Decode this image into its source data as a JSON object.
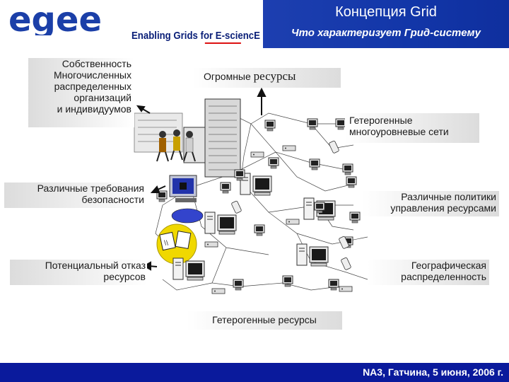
{
  "header": {
    "logo": "egee",
    "tagline": "Enabling Grids for E-sciencE",
    "title": "Концепция Grid",
    "subtitle": "Что характеризует Грид-систему"
  },
  "labels": {
    "ownership": [
      "Собственность",
      "Многочисленных",
      "распределенных",
      "организаций",
      "и индивидуумов"
    ],
    "huge_resources_1": "Огромные",
    "huge_resources_2": "ресурсы",
    "hetero_networks": [
      "Гетерогенные",
      "многоуровневые сети"
    ],
    "security": [
      "Различные требования",
      "безопасности"
    ],
    "policies": [
      "Различные политики",
      "управления ресурсами"
    ],
    "failure": [
      "Потенциальный отказ",
      "ресурсов"
    ],
    "geo": [
      "Географическая",
      "распределенность"
    ],
    "hetero_resources": "Гетерогенные ресурсы"
  },
  "footer": {
    "text": "NA3, Гатчина, 5 июня, 2006 г."
  },
  "colors": {
    "brand_blue": "#1b3fa8",
    "header_blue": "#1236a8",
    "footer_blue": "#0a1a9c"
  }
}
